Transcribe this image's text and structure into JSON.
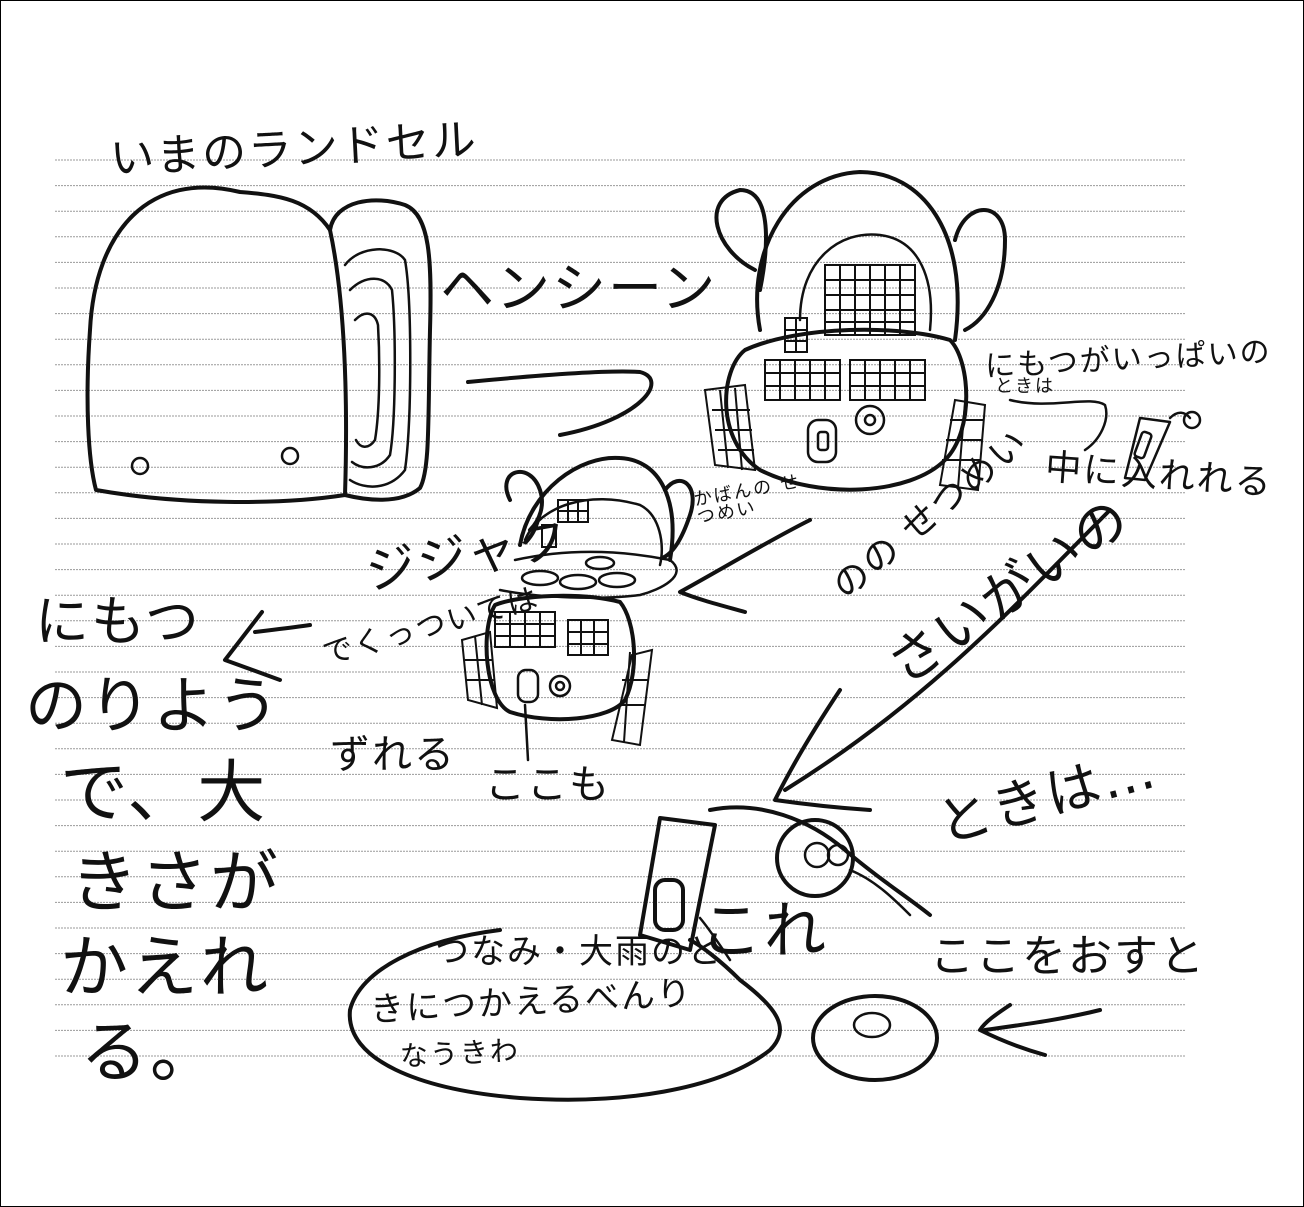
{
  "texts": {
    "current_randoseru": "いまのランドセル",
    "henshin": "ヘンシーン",
    "jijakku": "ジジャク",
    "detsuite": "でくっついては",
    "zureru": "ずれる",
    "kokomo": "ここも",
    "nimotsu": "にもつ",
    "noryou": "のりよう",
    "de_dai": "で、大",
    "kisa_ga": "きさが",
    "kaere": "かえれ",
    "ru": "る。",
    "kaban_no_setsumei": "かばんの せつめい",
    "nimotsu_ippai_1": "にもつがいっぱいの",
    "nimotsu_ippai_2": "ときは",
    "naka_ni_irereru": "中に入れれる",
    "marumaru_setsumei": "のの せつめい",
    "sai_ga_ii_no": "さいがいの",
    "toki_wa": "ときは…",
    "kore": "これ",
    "koko_wo_osu_to": "ここをおすと",
    "bubble_1": "つなみ・大雨のと",
    "bubble_2": "きにつかえるべんり",
    "bubble_3": "なうきわ"
  }
}
